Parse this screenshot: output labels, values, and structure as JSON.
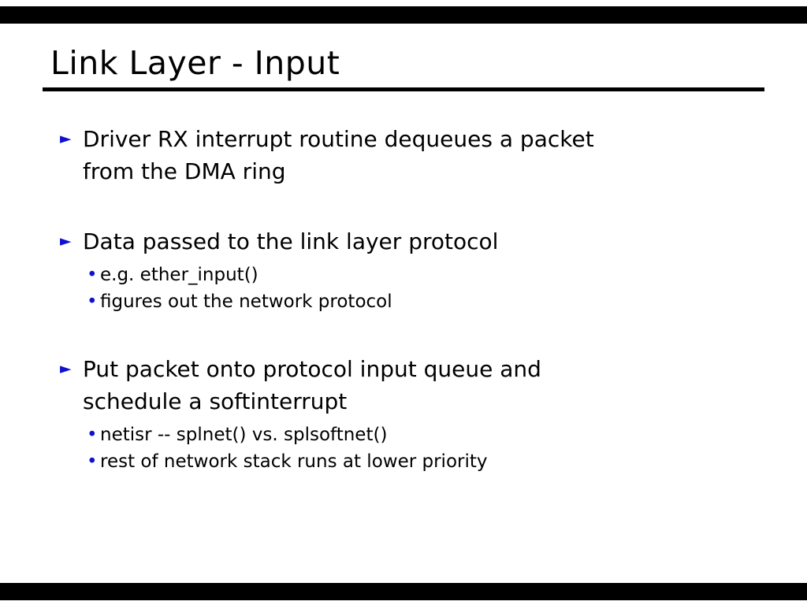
{
  "slide": {
    "title": "Link Layer - Input",
    "bullets": [
      {
        "text": "Driver RX interrupt routine dequeues a packet from the DMA ring",
        "lines": [
          "Driver RX interrupt routine dequeues a packet",
          "from the DMA ring"
        ],
        "subitems": []
      },
      {
        "text": "Data passed to the link layer protocol",
        "lines": [
          "Data passed to the link layer protocol"
        ],
        "subitems": [
          "e.g. ether_input()",
          "figures out the network protocol"
        ]
      },
      {
        "text": "Put packet onto protocol input queue and schedule a softinterrupt",
        "lines": [
          "Put packet onto protocol input queue and",
          "schedule a softinterrupt"
        ],
        "subitems": [
          "netisr -- splnet() vs. splsoftnet()",
          "rest of network stack runs at lower priority"
        ]
      }
    ]
  },
  "icons": {
    "triangle_bullet": "►",
    "dot_bullet": "•"
  },
  "colors": {
    "bullet_blue": "#1111cc",
    "bar_black": "#000000",
    "text": "#000000",
    "background": "#ffffff"
  }
}
